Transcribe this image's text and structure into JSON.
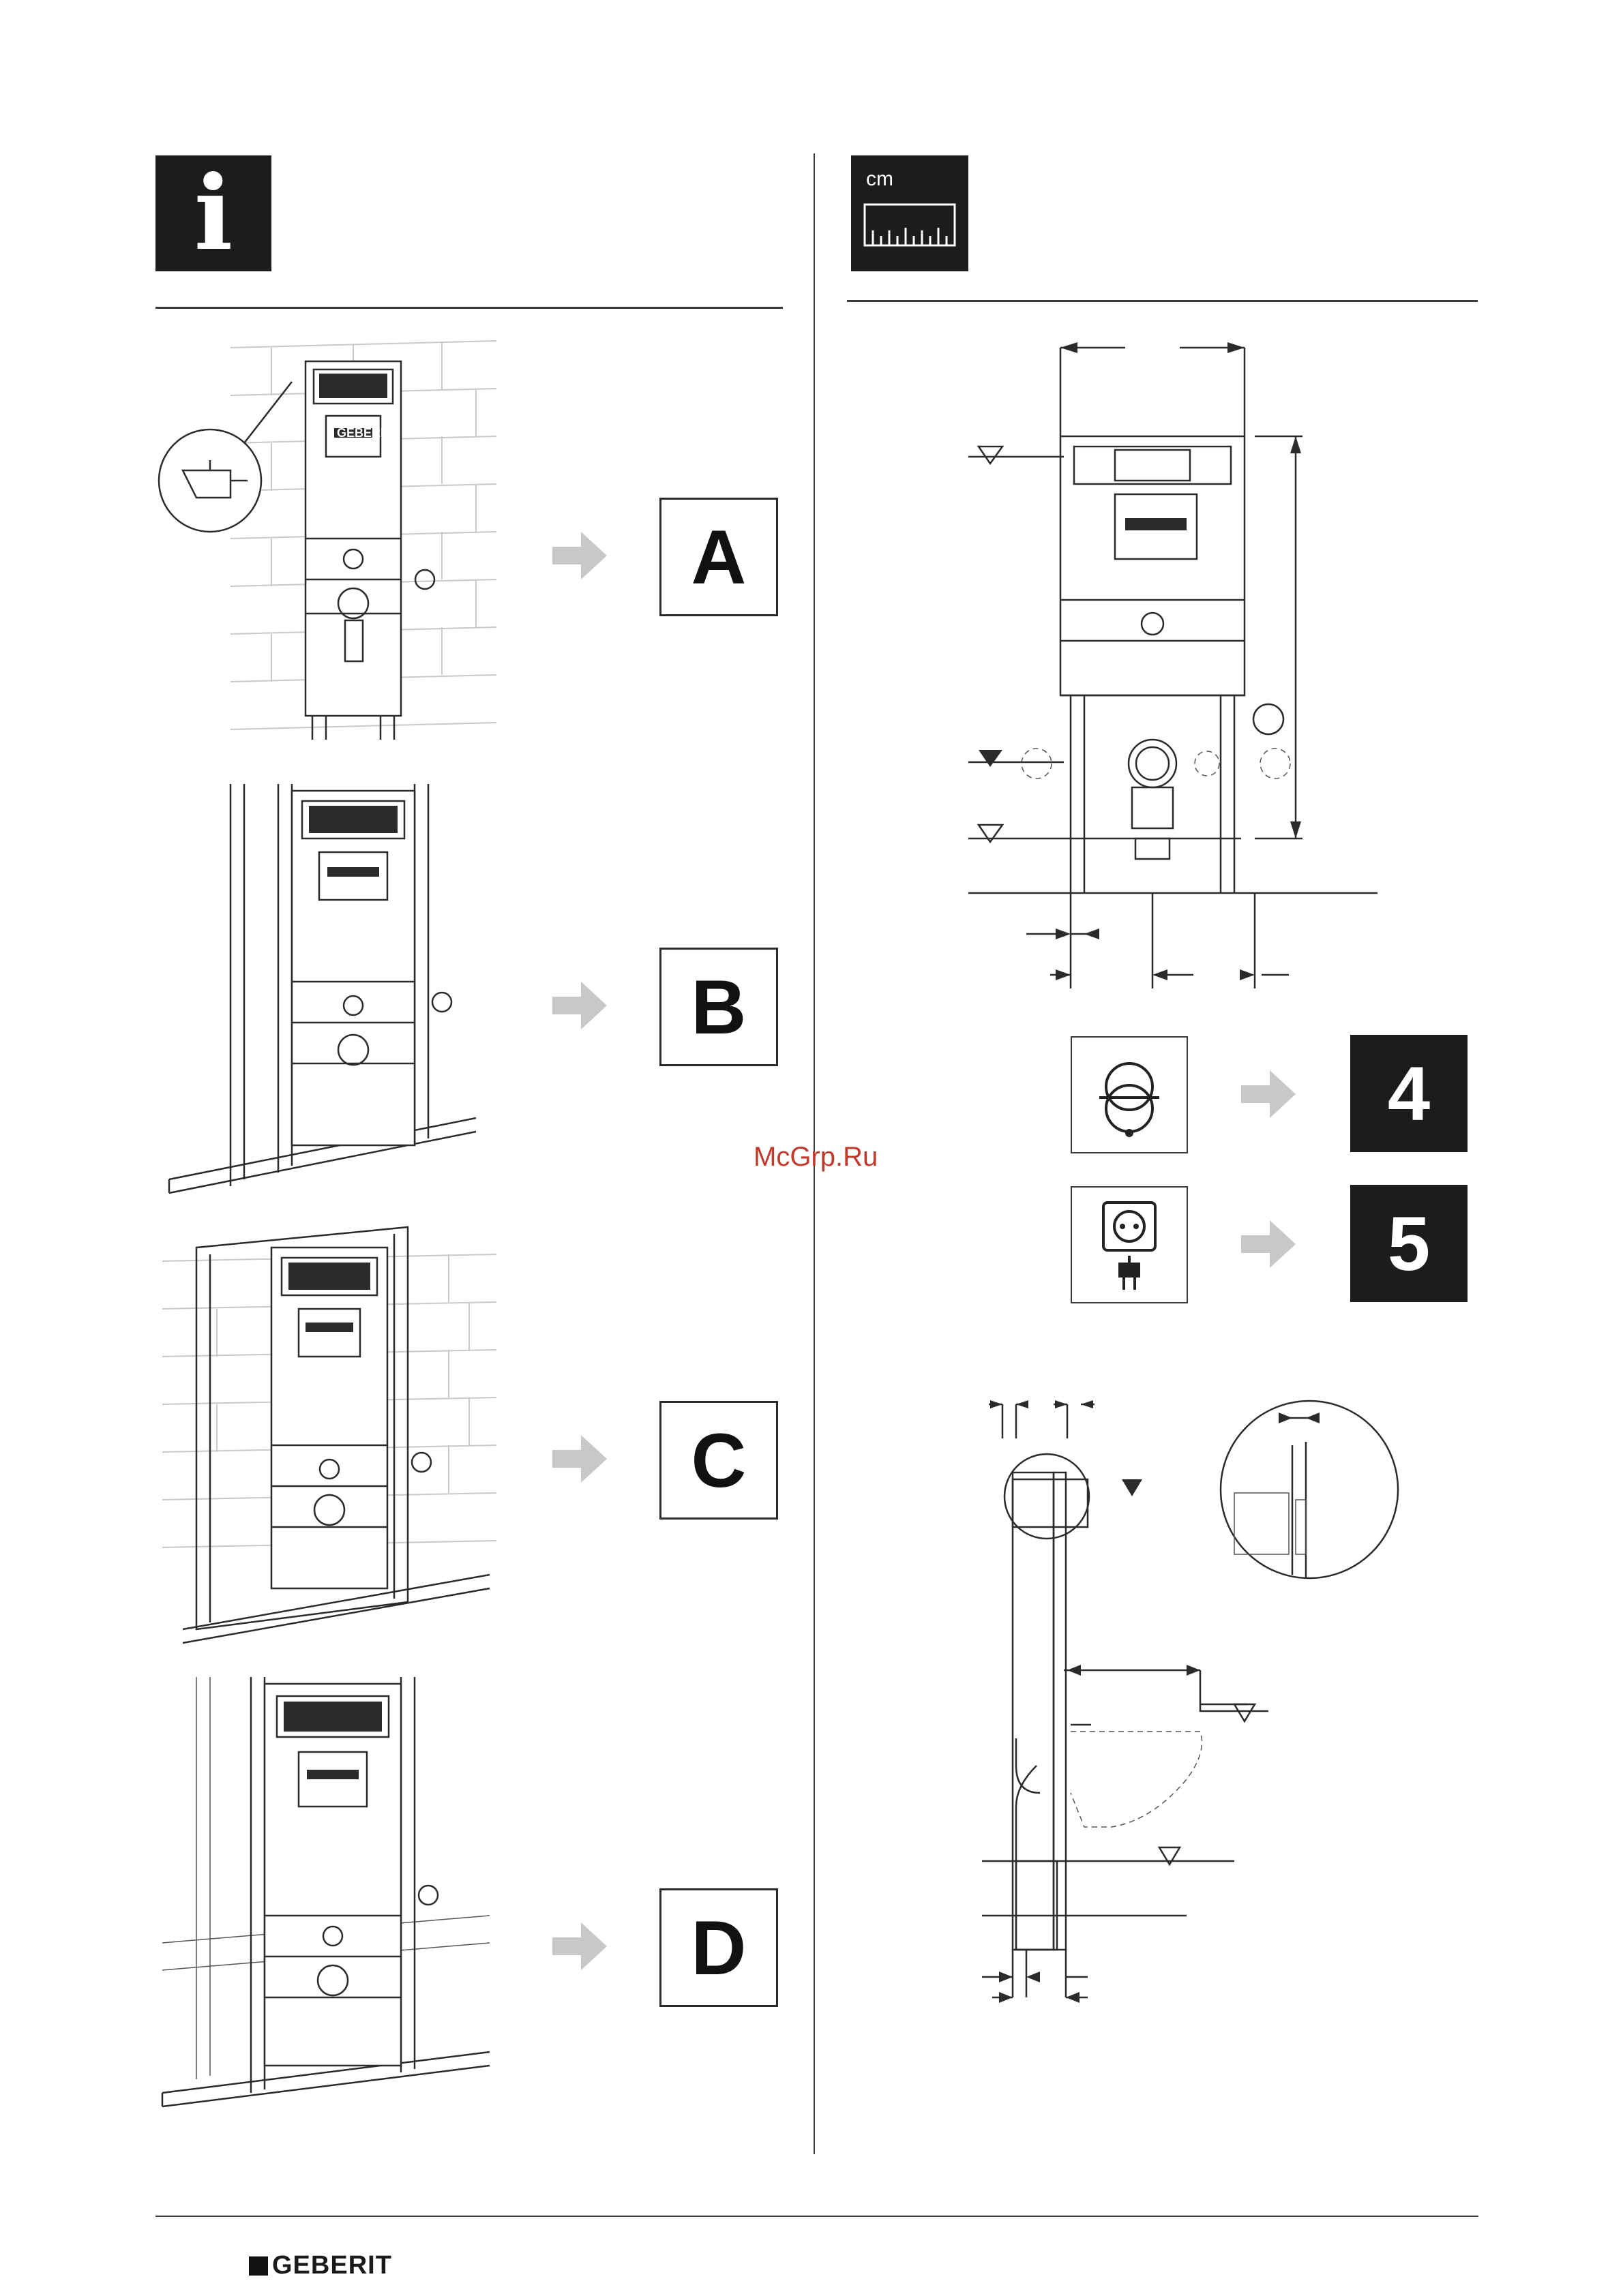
{
  "left_panel": {
    "header_icon": "info-icon",
    "header_glyph": "i",
    "installation_options": [
      {
        "label": "A"
      },
      {
        "label": "B"
      },
      {
        "label": "C"
      },
      {
        "label": "D"
      }
    ]
  },
  "right_panel": {
    "header_icon": "ruler-cm-icon",
    "header_text": "cm",
    "references": [
      {
        "icon": "water-supply-icon",
        "label": "4"
      },
      {
        "icon": "power-socket-icon",
        "label": "5"
      }
    ]
  },
  "watermark": "McGrp.Ru",
  "footer": {
    "brand": "GEBERIT"
  },
  "frame_plate_text": "GEBERIT",
  "colors": {
    "ink": "#1c1c1c",
    "arrow": "#c8c8c8",
    "watermark": "#c0392b"
  }
}
